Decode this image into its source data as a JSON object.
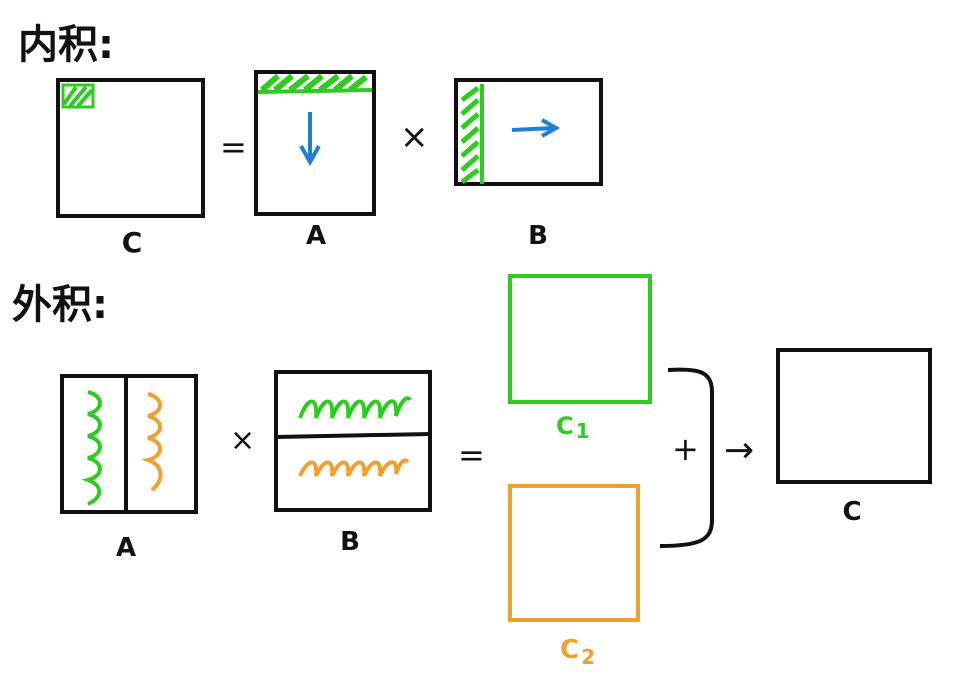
{
  "inner_product": {
    "heading": "内积:",
    "labels": {
      "c": "C",
      "a": "A",
      "b": "B"
    },
    "equals": "=",
    "times": "×"
  },
  "outer_product": {
    "heading": "外积:",
    "labels": {
      "a": "A",
      "b": "B",
      "c1": "C",
      "c1_sub": "1",
      "c2": "C",
      "c2_sub": "2",
      "c": "C"
    },
    "times": "×",
    "equals": "=",
    "plus": "+",
    "arrow": "→"
  },
  "colors": {
    "ink": "#111111",
    "green": "#2ecc1f",
    "blue": "#1e7fd8",
    "orange": "#f0a030"
  }
}
